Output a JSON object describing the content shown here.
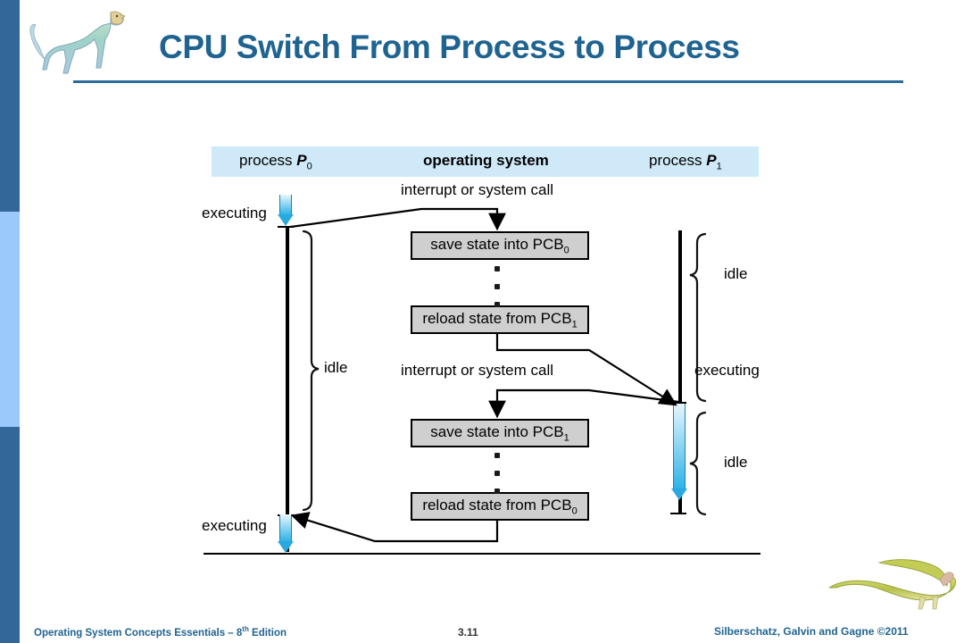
{
  "slide": {
    "title": "CPU Switch From Process to Process",
    "logo_top_icon": "dinosaur-icon",
    "logo_bottom_icon": "dinosaur-icon"
  },
  "sidebar": {
    "segments": [
      {
        "name": "top-stripe",
        "color": "#336699"
      },
      {
        "name": "middle-stripe",
        "color": "#9cc9fb"
      },
      {
        "name": "bottom-stripe",
        "color": "#336699"
      }
    ]
  },
  "diagram": {
    "header_bar_color": "#cfe9f8",
    "columns": [
      {
        "prefix": "process ",
        "symbol": "P",
        "sub": "0"
      },
      {
        "prefix": "operating system",
        "symbol": "",
        "sub": ""
      },
      {
        "prefix": "process ",
        "symbol": "P",
        "sub": "1"
      }
    ],
    "interrupt_label_1": "interrupt or system call",
    "interrupt_label_2": "interrupt or system call",
    "boxes": [
      {
        "text": "save state into PCB",
        "sub": "0"
      },
      {
        "text": "reload state from PCB",
        "sub": "1"
      },
      {
        "text": "save state into PCB",
        "sub": "1"
      },
      {
        "text": "reload state from PCB",
        "sub": "0"
      }
    ],
    "p0_labels": {
      "executing_top": "executing",
      "idle": "idle",
      "executing_bottom": "executing"
    },
    "p1_labels": {
      "idle_top": "idle",
      "executing": "executing",
      "idle_bottom": "idle"
    },
    "arrow_color": "#29a9e0",
    "box_fill": "#cfcfcf"
  },
  "footer": {
    "left_text": "Operating System Concepts Essentials – 8",
    "left_sup": "th",
    "left_text_end": " Edition",
    "page_number": "3.11",
    "right_text": "Silberschatz, Galvin and Gagne ©2011"
  }
}
